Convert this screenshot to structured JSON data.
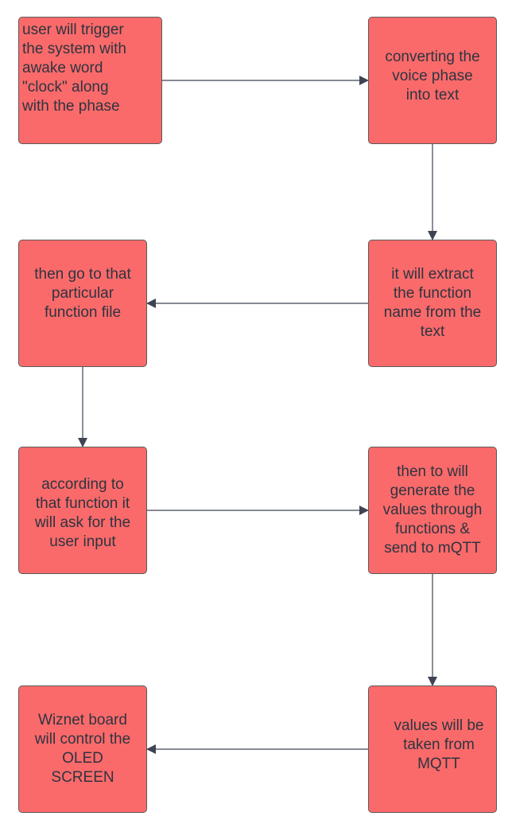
{
  "diagram": {
    "nodes": [
      {
        "id": "b1",
        "lines": [
          "user will trigger",
          "the system with",
          "awake word",
          "\"clock\" along",
          "with the phase"
        ]
      },
      {
        "id": "b2",
        "lines": [
          "converting the",
          "voice phase",
          "into text"
        ]
      },
      {
        "id": "b3",
        "lines": [
          "it will extract",
          "the function",
          "name from the",
          "text"
        ]
      },
      {
        "id": "b4",
        "lines": [
          "then go to that",
          "particular",
          "function file"
        ]
      },
      {
        "id": "b5",
        "lines": [
          "according to",
          "that function it",
          "will ask for the",
          "user input"
        ]
      },
      {
        "id": "b6",
        "lines": [
          "then to will",
          "generate the",
          "values through",
          "functions &",
          "send to mQTT"
        ]
      },
      {
        "id": "b7",
        "lines": [
          "values will be",
          "taken from",
          "MQTT"
        ]
      },
      {
        "id": "b8",
        "lines": [
          "Wiznet board",
          "will control the",
          "OLED",
          "SCREEN"
        ]
      }
    ],
    "edges": [
      {
        "from": "b1",
        "to": "b2"
      },
      {
        "from": "b2",
        "to": "b3"
      },
      {
        "from": "b3",
        "to": "b4"
      },
      {
        "from": "b4",
        "to": "b5"
      },
      {
        "from": "b5",
        "to": "b6"
      },
      {
        "from": "b6",
        "to": "b7"
      },
      {
        "from": "b7",
        "to": "b8"
      }
    ],
    "colors": {
      "node_fill": "#fa6a6a",
      "node_border": "#5a5a5a",
      "node_text": "#2e3440",
      "connector": "#3e4452"
    }
  }
}
